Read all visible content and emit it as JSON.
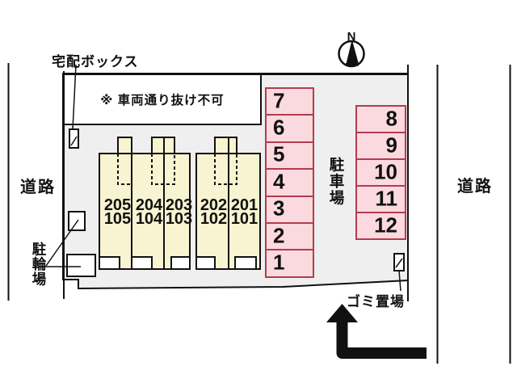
{
  "site_plan": {
    "delivery_box_label": "宅配ボックス",
    "notice": "※ 車両通り抜け不可",
    "left_road_label": "道路",
    "right_road_label": "道路",
    "parking_lot_label": "駐車場",
    "bicycle_parking_label": "駐輪場",
    "garbage_area_label": "ゴミ置場",
    "compass_north_label": "N"
  },
  "building_units": [
    {
      "upper": "205",
      "lower": "105"
    },
    {
      "upper": "204",
      "lower": "104"
    },
    {
      "upper": "203",
      "lower": "103"
    },
    {
      "upper": "202",
      "lower": "102"
    },
    {
      "upper": "201",
      "lower": "101"
    }
  ],
  "parking_spaces": {
    "left_column": [
      "7",
      "6",
      "5",
      "4",
      "3",
      "2",
      "1"
    ],
    "right_column": [
      "8",
      "9",
      "10",
      "11",
      "12"
    ]
  },
  "colors": {
    "site_fill": "#efefef",
    "building_fill": "#f8f3d0",
    "parking_fill": "#fadade",
    "parking_border": "#b23c4e",
    "line_color": "#111111"
  }
}
